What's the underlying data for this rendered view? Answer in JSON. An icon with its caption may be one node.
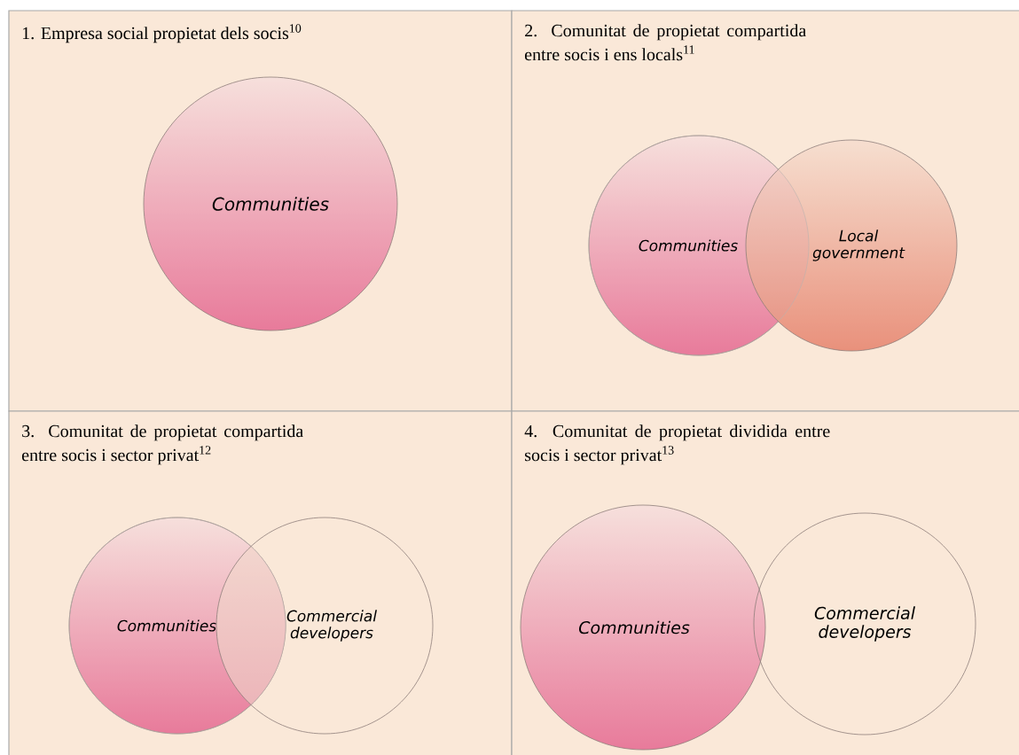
{
  "diagram": {
    "nodes": [
      {
        "text": [
          "1. Empresa social propietat dels socis$^{10}$"
        ]
      },
      {
        "text": [
          "Communities"
        ],
        "in": 0
      },
      {
        "text": [
          "2. Comunitat de propietat compartida entre socis i ens locals$^{11}$"
        ]
      },
      {
        "text": [
          "Communities"
        ],
        "in": 2
      },
      {
        "text": [
          "Local government"
        ],
        "in": 2
      },
      {
        "text": [
          "3. Comunitat de propietat compartida entre socis i sector privat$^{12}$"
        ]
      },
      {
        "text": [
          "Communities"
        ],
        "in": 5
      },
      {
        "text": [
          "Commercial developers"
        ],
        "in": 5
      },
      {
        "text": [
          "4. Comunitat de propietat dividida entre socis i sector privat$^{13}$"
        ]
      },
      {
        "text": [
          "Communities"
        ],
        "in": 8
      },
      {
        "text": [
          "Commercial developers"
        ],
        "in": 8
      }
    ]
  }
}
